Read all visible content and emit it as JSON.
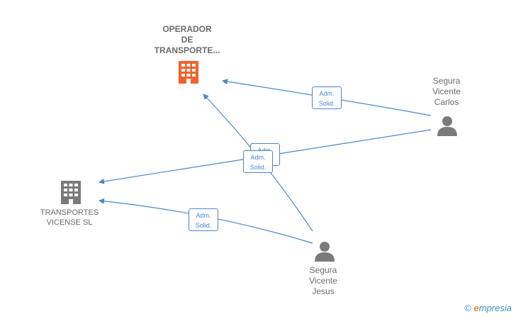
{
  "nodes": {
    "operador": {
      "label": "OPERADOR\nDE\nTRANSPORTE...",
      "type": "company",
      "color": "#f0622d"
    },
    "transportes": {
      "label": "TRANSPORTES\nVICENSE SL",
      "type": "company",
      "color": "#7a7a7a"
    },
    "carlos": {
      "label": "Segura\nVicente\nCarlos",
      "type": "person",
      "color": "#7a7a7a"
    },
    "jesus": {
      "label": "Segura\nVicente\nJesus",
      "type": "person",
      "color": "#7a7a7a"
    }
  },
  "edges": [
    {
      "from": "carlos",
      "to": "operador",
      "role_line1": "Adm.",
      "role_line2": "Solid."
    },
    {
      "from": "carlos",
      "to": "transportes",
      "role_line1": "Adm.",
      "role_line2": "Solid."
    },
    {
      "from": "jesus",
      "to": "operador",
      "role_line1": "Adm.",
      "role_line2": "Solid."
    },
    {
      "from": "jesus",
      "to": "transportes",
      "role_line1": "Adm.",
      "role_line2": "Solid."
    }
  ],
  "edge_color": "#4a86c8",
  "footer": {
    "copyright": "©",
    "brand_initial": "e",
    "brand_rest": "mpresia"
  }
}
